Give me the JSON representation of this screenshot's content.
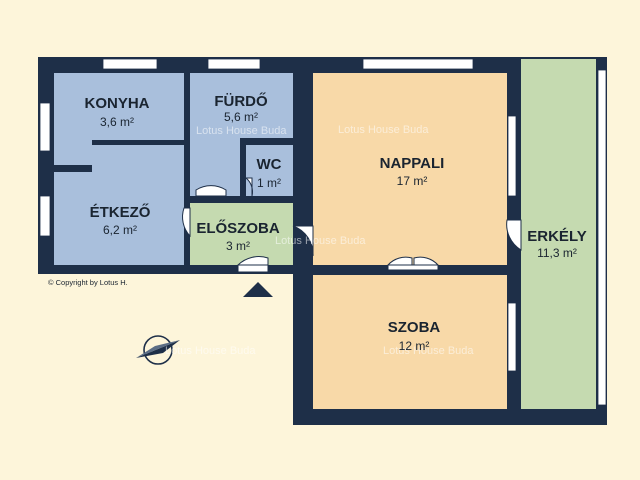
{
  "rooms": {
    "konyha": {
      "name": "KONYHA",
      "area": "3,6 m²",
      "fill": "#a9bfdc"
    },
    "furdo": {
      "name": "FÜRDŐ",
      "area": "5,6 m²",
      "fill": "#a9bfdc"
    },
    "wc": {
      "name": "WC",
      "area": "1 m²",
      "fill": "#a9bfdc"
    },
    "etkezo": {
      "name": "ÉTKEZŐ",
      "area": "6,2 m²",
      "fill": "#a9bfdc"
    },
    "eloszoba": {
      "name": "ELŐSZOBA",
      "area": "3 m²",
      "fill": "#c5dab0"
    },
    "nappali": {
      "name": "NAPPALI",
      "area": "17 m²",
      "fill": "#f8d9a8"
    },
    "szoba": {
      "name": "SZOBA",
      "area": "12 m²",
      "fill": "#f8d9a8"
    },
    "erkely": {
      "name": "ERKÉLY",
      "area": "11,3 m²",
      "fill": "#c5dab0"
    }
  },
  "copyright": "© Copyright by Lotus H.",
  "watermark": "Lotus House Buda",
  "colors": {
    "background": "#fdf5da",
    "wall": "#1e2f48",
    "window": "#ffffff"
  }
}
